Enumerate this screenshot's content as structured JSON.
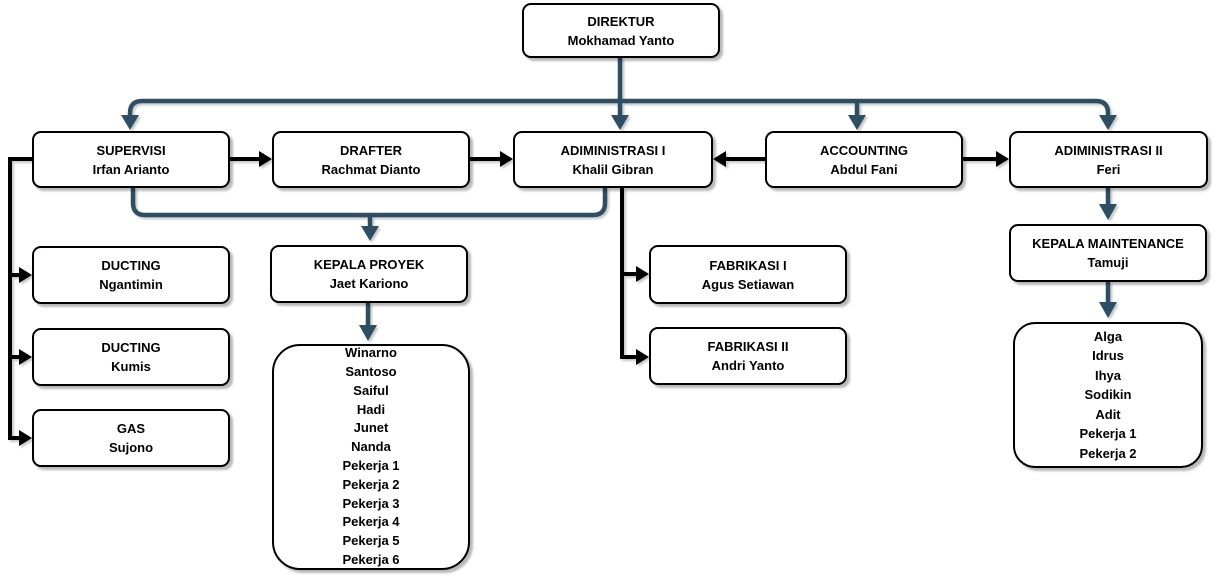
{
  "diagram": {
    "type": "org-chart",
    "colors": {
      "connector_primary_blue": "#2e4f63",
      "connector_secondary_black": "#000000",
      "node_fill": "#ffffff",
      "node_border": "#000000",
      "node_shadow": "#c8c8c8"
    },
    "nodes": {
      "direktur": {
        "title": "DIREKTUR",
        "person": "Mokhamad Yanto"
      },
      "supervisi": {
        "title": "SUPERVISI",
        "person": "Irfan Arianto"
      },
      "drafter": {
        "title": "DRAFTER",
        "person": "Rachmat Dianto"
      },
      "administrasi1": {
        "title": "ADIMINISTRASI I",
        "person": "Khalil Gibran"
      },
      "accounting": {
        "title": "ACCOUNTING",
        "person": "Abdul Fani"
      },
      "administrasi2": {
        "title": "ADIMINISTRASI II",
        "person": "Feri"
      },
      "ducting1": {
        "title": "DUCTING",
        "person": "Ngantimin"
      },
      "ducting2": {
        "title": "DUCTING",
        "person": "Kumis"
      },
      "gas": {
        "title": "GAS",
        "person": "Sujono"
      },
      "kepala_proyek": {
        "title": "KEPALA PROYEK",
        "person": "Jaet Kariono"
      },
      "fabrikasi1": {
        "title": "FABRIKASI I",
        "person": "Agus Setiawan"
      },
      "fabrikasi2": {
        "title": "FABRIKASI II",
        "person": "Andri Yanto"
      },
      "kepala_maintenance": {
        "title": "KEPALA MAINTENANCE",
        "person": "Tamuji"
      },
      "proyek_team": {
        "members": [
          "Winarno",
          "Santoso",
          "Saiful",
          "Hadi",
          "Junet",
          "Nanda",
          "Pekerja 1",
          "Pekerja 2",
          "Pekerja 3",
          "Pekerja 4",
          "Pekerja 5",
          "Pekerja 6"
        ]
      },
      "maintenance_team": {
        "members": [
          "Alga",
          "Idrus",
          "Ihya",
          "Sodikin",
          "Adit",
          "Pekerja 1",
          "Pekerja 2"
        ]
      }
    },
    "edges": [
      {
        "from": "direktur",
        "to": "supervisi",
        "style": "blue-arrow"
      },
      {
        "from": "direktur",
        "to": "administrasi1",
        "style": "blue-arrow"
      },
      {
        "from": "direktur",
        "to": "accounting",
        "style": "blue-arrow"
      },
      {
        "from": "direktur",
        "to": "administrasi2",
        "style": "blue-arrow"
      },
      {
        "from": "supervisi",
        "to": "drafter",
        "style": "black-arrow"
      },
      {
        "from": "drafter",
        "to": "administrasi1",
        "style": "black-arrow"
      },
      {
        "from": "accounting",
        "to": "administrasi1",
        "style": "black-arrow"
      },
      {
        "from": "accounting",
        "to": "administrasi2",
        "style": "black-arrow"
      },
      {
        "from": "supervisi",
        "to": "ducting1",
        "style": "black-arrow"
      },
      {
        "from": "supervisi",
        "to": "ducting2",
        "style": "black-arrow"
      },
      {
        "from": "supervisi",
        "to": "gas",
        "style": "black-arrow"
      },
      {
        "from": "supervisi+administrasi1",
        "to": "kepala_proyek",
        "style": "blue-arrow"
      },
      {
        "from": "kepala_proyek",
        "to": "proyek_team",
        "style": "blue-arrow"
      },
      {
        "from": "administrasi1",
        "to": "fabrikasi1",
        "style": "black-arrow"
      },
      {
        "from": "administrasi1",
        "to": "fabrikasi2",
        "style": "black-arrow"
      },
      {
        "from": "administrasi2",
        "to": "kepala_maintenance",
        "style": "blue-arrow"
      },
      {
        "from": "kepala_maintenance",
        "to": "maintenance_team",
        "style": "blue-arrow"
      }
    ]
  }
}
